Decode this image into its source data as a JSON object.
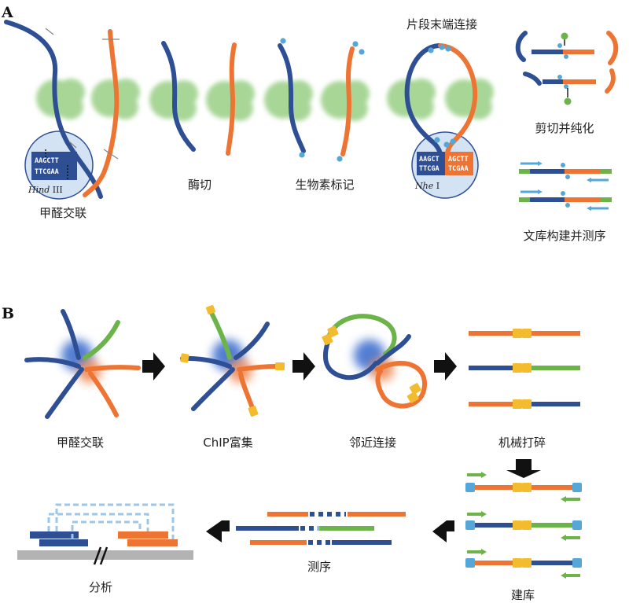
{
  "colors": {
    "blue": "#2f4f95",
    "orange": "#ee7433",
    "green": "#6cb34a",
    "protein": "#9fd28c",
    "yellow": "#f3bb2e",
    "cyan": "#55a7d8",
    "dashed": "#9ec6e6",
    "gray": "#b3b3b3",
    "circle": "#d4e3f3",
    "arrow": "#111111"
  },
  "panel_a": {
    "label": "A",
    "steps": {
      "crosslink": "甲醛交联",
      "digest": "酶切",
      "biotin": "生物素标记",
      "ligation": "片段末端连接",
      "shear_purify": "剪切并纯化",
      "library_seq": "文库构建并测序"
    },
    "hind": {
      "seq_top": "AAGCTT",
      "seq_bottom": "TTCGAA",
      "enzyme_italic": "Hind",
      "enzyme_roman": " III"
    },
    "nhe": {
      "seq_top_left": "AAGCT",
      "seq_bottom_left": "TTCGA",
      "seq_top_right": "AGCTT",
      "seq_bottom_right": "TCGAA",
      "enzyme_italic": "Nhe",
      "enzyme_roman": " I"
    }
  },
  "panel_b": {
    "label": "B",
    "steps": {
      "crosslink": "甲醛交联",
      "chip": "ChIP富集",
      "proximity": "邻近连接",
      "shear": "机械打碎",
      "library": "建库",
      "sequencing": "测序",
      "analysis": "分析"
    }
  }
}
